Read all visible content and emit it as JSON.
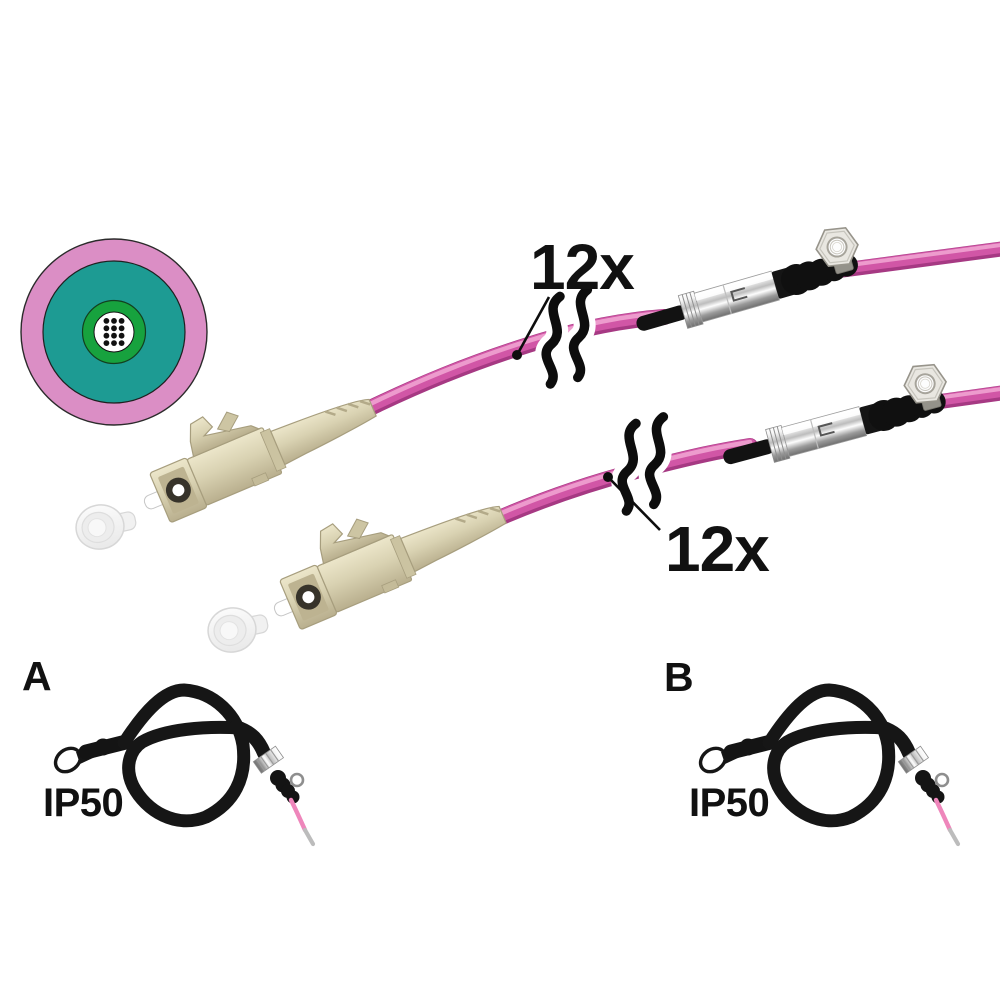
{
  "labels": {
    "fiber_count_top": "12x",
    "fiber_count_bottom": "12x"
  },
  "variants": [
    {
      "letter": "A",
      "rating": "IP50"
    },
    {
      "letter": "B",
      "rating": "IP50"
    }
  ],
  "cross_section": {
    "fiber_count": 12,
    "dot_grid": {
      "cols": 3,
      "rows": 4
    },
    "colors": {
      "outer_jacket": "#DB8EC5",
      "buffer_layer": "#1D9B93",
      "core_ring": "#17A23E",
      "core_center": "#FFFFFF",
      "fiber_dot": "#111111"
    }
  },
  "cable": {
    "jacket_pink_dark": "#A63983",
    "jacket_pink": "#D156A6",
    "jacket_pink_highlight": "#EFA3D2",
    "connector_beige": "#D9D2B2",
    "boot_black": "#141414",
    "metal_silver": "#C9C9C9",
    "eyelet_metal": "#E9E7E1"
  }
}
